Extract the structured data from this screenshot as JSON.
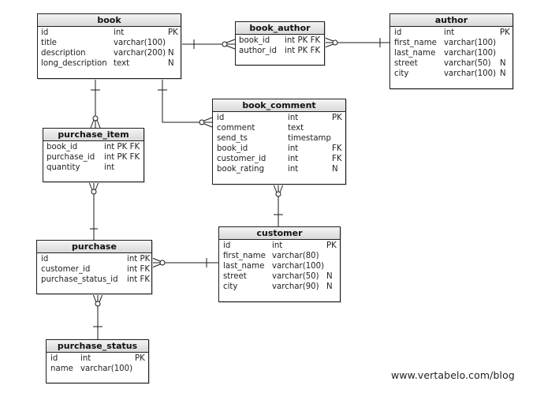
{
  "entities": {
    "book": {
      "title": "book",
      "columns": [
        {
          "name": "id",
          "type": "int",
          "key": "PK"
        },
        {
          "name": "title",
          "type": "varchar(100)",
          "key": ""
        },
        {
          "name": "description",
          "type": "varchar(200)",
          "key": "N"
        },
        {
          "name": "long_description",
          "type": "text",
          "key": "N"
        }
      ]
    },
    "book_author": {
      "title": "book_author",
      "columns": [
        {
          "name": "book_id",
          "type": "int PK FK",
          "key": ""
        },
        {
          "name": "author_id",
          "type": "int PK FK",
          "key": ""
        }
      ]
    },
    "author": {
      "title": "author",
      "columns": [
        {
          "name": "id",
          "type": "int",
          "key": "PK"
        },
        {
          "name": "first_name",
          "type": "varchar(100)",
          "key": ""
        },
        {
          "name": "last_name",
          "type": "varchar(100)",
          "key": ""
        },
        {
          "name": "street",
          "type": "varchar(50)",
          "key": "N"
        },
        {
          "name": "city",
          "type": "varchar(100)",
          "key": "N"
        }
      ]
    },
    "book_comment": {
      "title": "book_comment",
      "columns": [
        {
          "name": "id",
          "type": "int",
          "key": "PK"
        },
        {
          "name": "comment",
          "type": "text",
          "key": ""
        },
        {
          "name": "send_ts",
          "type": "timestamp",
          "key": ""
        },
        {
          "name": "book_id",
          "type": "int",
          "key": "FK"
        },
        {
          "name": "customer_id",
          "type": "int",
          "key": "FK"
        },
        {
          "name": "book_rating",
          "type": "int",
          "key": "N"
        }
      ]
    },
    "purchase_item": {
      "title": "purchase_item",
      "columns": [
        {
          "name": "book_id",
          "type": "int PK FK",
          "key": ""
        },
        {
          "name": "purchase_id",
          "type": "int PK FK",
          "key": ""
        },
        {
          "name": "quantity",
          "type": "int",
          "key": ""
        }
      ]
    },
    "purchase": {
      "title": "purchase",
      "columns": [
        {
          "name": "id",
          "type": "int PK",
          "key": ""
        },
        {
          "name": "customer_id",
          "type": "int FK",
          "key": ""
        },
        {
          "name": "purchase_status_id",
          "type": "int FK",
          "key": ""
        }
      ]
    },
    "customer": {
      "title": "customer",
      "columns": [
        {
          "name": "id",
          "type": "int",
          "key": "PK"
        },
        {
          "name": "first_name",
          "type": "varchar(80)",
          "key": ""
        },
        {
          "name": "last_name",
          "type": "varchar(100)",
          "key": ""
        },
        {
          "name": "street",
          "type": "varchar(50)",
          "key": "N"
        },
        {
          "name": "city",
          "type": "varchar(90)",
          "key": "N"
        }
      ]
    },
    "purchase_status": {
      "title": "purchase_status",
      "columns": [
        {
          "name": "id",
          "type": "int",
          "key": "PK"
        },
        {
          "name": "name",
          "type": "varchar(100)",
          "key": ""
        }
      ]
    }
  },
  "watermark": "www.vertabelo.com/blog"
}
